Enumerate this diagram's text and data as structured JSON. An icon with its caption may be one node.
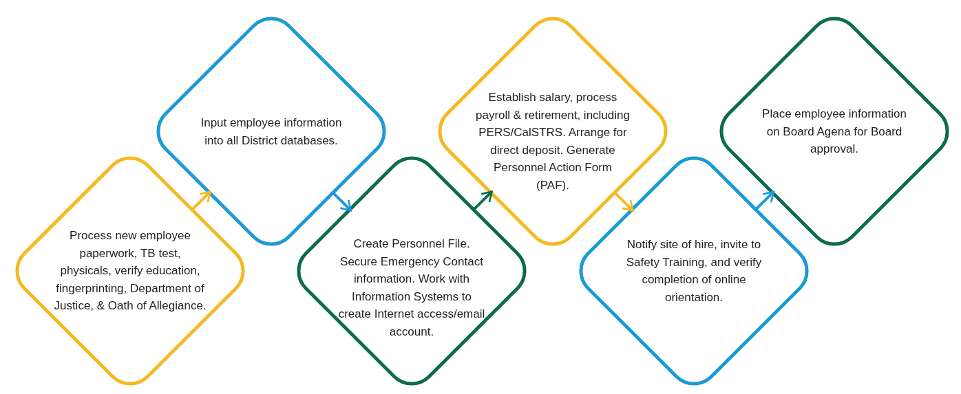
{
  "diagram": {
    "nodes": [
      {
        "text": [
          "Process new employee paperwork, TB test, physicals, verify education, fingerprinting, Department of Justice, & Oath of Allegiance."
        ]
      },
      {
        "text": [
          "Input employee information into all District databases."
        ]
      },
      {
        "text": [
          "Create Personnel File. Secure Emergency Contact information. Work with Information Systems to create Internet access/email account."
        ]
      },
      {
        "text": [
          "Establish salary, process payroll & retirement, including PERS/CalSTRS. Arrange for direct deposit. Generate Personnel Action Form (PAF)."
        ]
      },
      {
        "text": [
          "Notify site of hire, invite to Safety Training, and verify completion of online orientation."
        ]
      },
      {
        "text": [
          "Place employee information on Board Agena for Board approval."
        ]
      }
    ],
    "edges": [
      {
        "from": 0,
        "to": 1,
        "arrow": "to",
        "color": "#f5b921"
      },
      {
        "from": 1,
        "to": 2,
        "arrow": "to",
        "color": "#1a9bd7"
      },
      {
        "from": 2,
        "to": 3,
        "arrow": "to",
        "color": "#0d6b4e"
      },
      {
        "from": 3,
        "to": 4,
        "arrow": "to",
        "color": "#f5b921"
      },
      {
        "from": 4,
        "to": 5,
        "arrow": "to",
        "color": "#1a9bd7"
      }
    ]
  }
}
